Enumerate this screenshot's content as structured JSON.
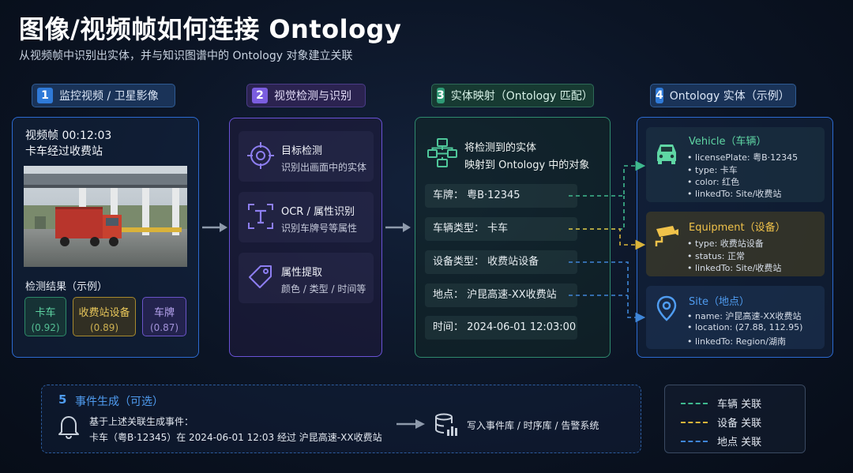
{
  "header": {
    "title": "图像/视频帧如何连接 Ontology",
    "subtitle": "从视频帧中识别出实体，并与知识图谱中的 Ontology 对象建立关联"
  },
  "steps": [
    {
      "num": "1",
      "label": "监控视频 / 卫星影像"
    },
    {
      "num": "2",
      "label": "视觉检测与识别"
    },
    {
      "num": "3",
      "label": "实体映射（Ontology 匹配）"
    },
    {
      "num": "4",
      "label": "Ontology 实体（示例）"
    }
  ],
  "panel1": {
    "frame_title": "视频帧   00:12:03",
    "frame_caption": "卡车经过收费站",
    "results_label": "检测结果（示例）",
    "detections": [
      {
        "label": "卡车",
        "score": "(0.92)"
      },
      {
        "label": "收费站设备",
        "score": "(0.89)"
      },
      {
        "label": "车牌",
        "score": "(0.87)"
      }
    ]
  },
  "panel2": {
    "items": [
      {
        "title": "目标检测",
        "desc": "识别出画面中的实体",
        "icon": "target-icon"
      },
      {
        "title": "OCR / 属性识别",
        "desc": "识别车牌号等属性",
        "icon": "ocr-text-icon"
      },
      {
        "title": "属性提取",
        "desc": "颜色 / 类型 / 时间等",
        "icon": "tag-icon"
      }
    ]
  },
  "panel3": {
    "intro_line1": "将检测到的实体",
    "intro_line2": "映射到 Ontology 中的对象",
    "rows": [
      "车牌：  粤B·12345",
      "车辆类型：  卡车",
      "设备类型：  收费站设备",
      "地点：  沪昆高速-XX收费站",
      "时间：  2024-06-01 12:03:00"
    ]
  },
  "panel4": {
    "entities": [
      {
        "title": "Vehicle（车辆）",
        "icon": "car-icon",
        "color": "#5fd6a4",
        "lines": [
          "licensePlate: 粤B·12345",
          "type: 卡车",
          "color: 红色",
          "linkedTo: Site/收费站"
        ]
      },
      {
        "title": "Equipment（设备）",
        "icon": "camera-icon",
        "color": "#f0c24a",
        "lines": [
          "type:  收费站设备",
          "status: 正常",
          "linkedTo: Site/收费站"
        ]
      },
      {
        "title": "Site（地点）",
        "icon": "location-pin-icon",
        "color": "#4f9cf0",
        "lines": [
          "name: 沪昆高速-XX收费站",
          "location: (27.88, 112.95)",
          "linkedTo: Region/湖南"
        ]
      }
    ]
  },
  "panel5": {
    "num": "5",
    "title": "事件生成（可选）",
    "line1": "基于上述关联生成事件：",
    "line2": "卡车（粤B·12345）在 2024-06-01 12:03 经过 沪昆高速-XX收费站",
    "sink": "写入事件库 / 时序库 / 告警系统"
  },
  "legend": {
    "items": [
      {
        "label": "车辆  关联",
        "color": "#3fb98e"
      },
      {
        "label": "设备  关联",
        "color": "#d9b43a"
      },
      {
        "label": "地点  关联",
        "color": "#3f86d8"
      }
    ]
  }
}
